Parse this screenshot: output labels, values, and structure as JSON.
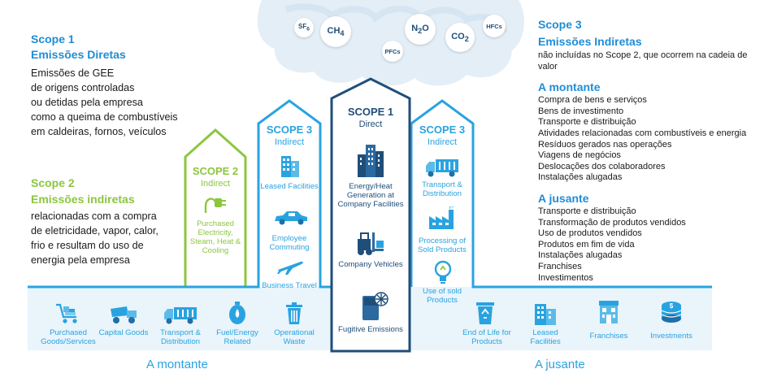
{
  "gases": [
    "SF6",
    "CH4",
    "N2O",
    "CO2",
    "HFCs",
    "PFCs"
  ],
  "left": {
    "scope1": {
      "title": "Scope 1",
      "subtitle": "Emissões Diretas",
      "lines": [
        "Emissões de GEE",
        "de origens controladas",
        "ou detidas pela empresa",
        "como a queima de combustíveis",
        "em caldeiras, fornos, veículos"
      ]
    },
    "scope2": {
      "title": "Scope 2",
      "subtitle": "Emissões indiretas",
      "lines": [
        "relacionadas com a compra",
        "de eletricidade, vapor, calor,",
        "frio e resultam do uso de",
        "energia pela empresa"
      ]
    }
  },
  "right": {
    "title": "Scope 3",
    "subtitle": "Emissões Indiretas",
    "intro": "não incluídas no Scope 2, que ocorrem na cadeia de valor",
    "upstream": {
      "heading": "A montante",
      "items": [
        "Compra de bens e serviços",
        "Bens de investimento",
        "Transporte e distribuição",
        "Atividades relacionadas com combustíveis e energia",
        "Resíduos gerados nas operações",
        "Viagens de negócios",
        "Deslocações dos colaboradores",
        "Instalações alugadas"
      ]
    },
    "downstream": {
      "heading": "A jusante",
      "items": [
        "Transporte e distribuição",
        "Transformação de produtos vendidos",
        "Uso de produtos vendidos",
        "Produtos em fim de vida",
        "Instalações alugadas",
        "Franchises",
        "Investimentos"
      ]
    }
  },
  "pillars": {
    "scope2": {
      "title": "SCOPE 2",
      "sub": "Indirect",
      "label": "Purchased Electricity, Steam, Heat & Cooling"
    },
    "scope3up": {
      "title": "SCOPE 3",
      "sub": "Indirect",
      "labels": [
        "Leased Facilities",
        "Employee Commuting",
        "Business Travel"
      ]
    },
    "scope1": {
      "title": "SCOPE 1",
      "sub": "Direct",
      "labels": [
        "Energy/Heat Generation at Company Facilities",
        "Company Vehicles",
        "Fugitive Emissions"
      ]
    },
    "scope3down": {
      "title": "SCOPE 3",
      "sub": "Indirect",
      "labels": [
        "Transport & Distribution",
        "Processing of Sold Products",
        "Use of sold Products"
      ]
    }
  },
  "bottom": {
    "upstream": [
      "Purchased Goods/Services",
      "Capital Goods",
      "Transport & Distribution",
      "Fuel/Energy Related",
      "Operational Waste"
    ],
    "downstream": [
      "End of Life for Products",
      "Leased Facilities",
      "Franchises",
      "Investments"
    ]
  },
  "footer": {
    "left": "A montante",
    "right": "A jusante"
  },
  "colors": {
    "blue": "#29a3e0",
    "navy": "#1f4e79",
    "green": "#8cc63f",
    "lightbg": "#e9f4fb"
  }
}
